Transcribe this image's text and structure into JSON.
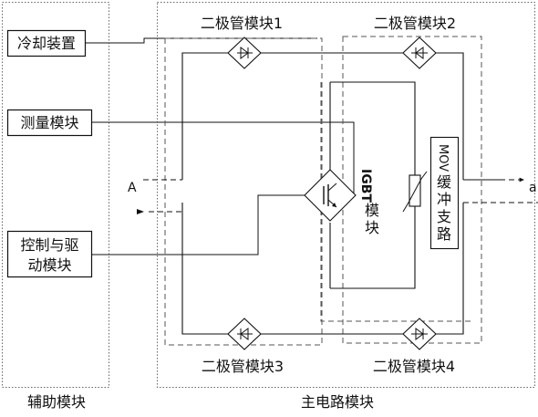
{
  "auxiliary": {
    "title": "辅助模块",
    "cooling": "冷却装置",
    "measure": "测量模块",
    "control_line1": "控制与驱",
    "control_line2": "动模块"
  },
  "main": {
    "title": "主电路模块",
    "diode1": "二极管模块1",
    "diode2": "二极管模块2",
    "diode3": "二极管模块3",
    "diode4": "二极管模块4",
    "igbt_a": "IGBT",
    "igbt_b": "模",
    "igbt_c": "块",
    "mov_a": "MOV",
    "mov_b": "缓",
    "mov_c": "冲",
    "mov_d": "支",
    "mov_e": "路"
  },
  "terminals": {
    "left": "A",
    "right": "a"
  }
}
